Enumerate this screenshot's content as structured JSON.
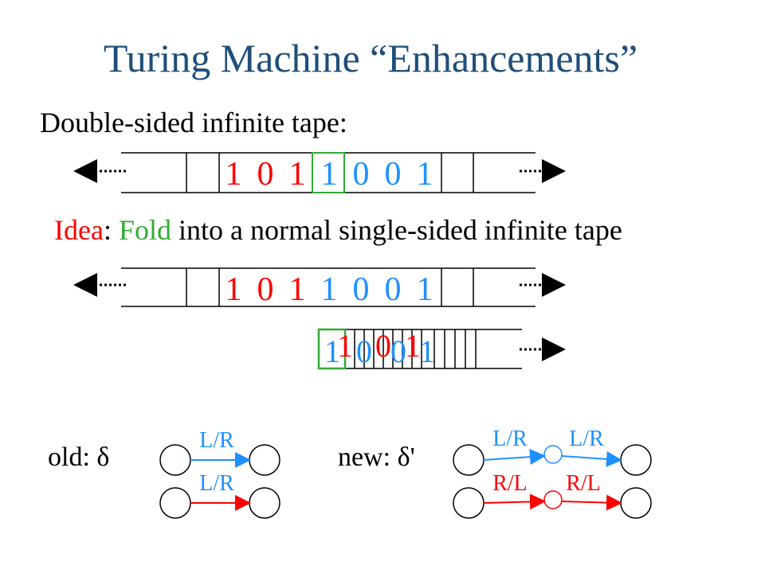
{
  "title": "Turing Machine “Enhancements”",
  "heading": "Double-sided infinite tape:",
  "idea": {
    "label": "Idea",
    "colon": ": ",
    "fold": "Fold",
    "rest": " into a normal single-sided infinite tape"
  },
  "tape1": {
    "symbols": [
      "1",
      "0",
      "1",
      "1",
      "0",
      "0",
      "1"
    ],
    "colors": [
      "#ff0000",
      "#ff0000",
      "#ff0000",
      "#1e90ff",
      "#1e90ff",
      "#1e90ff",
      "#1e90ff"
    ]
  },
  "tape2": {
    "symbols": [
      "1",
      "0",
      "1",
      "1",
      "0",
      "0",
      "1"
    ],
    "colors": [
      "#ff0000",
      "#ff0000",
      "#ff0000",
      "#1e90ff",
      "#1e90ff",
      "#1e90ff",
      "#1e90ff"
    ]
  },
  "folded": {
    "symbols": [
      {
        "s": "1",
        "c": "#1e90ff"
      },
      {
        "s": "1",
        "c": "#ff0000"
      },
      {
        "s": "0",
        "c": "#1e90ff"
      },
      {
        "s": "0",
        "c": "#ff0000"
      },
      {
        "s": "0",
        "c": "#1e90ff"
      },
      {
        "s": "1",
        "c": "#ff0000"
      },
      {
        "s": "1",
        "c": "#1e90ff"
      }
    ]
  },
  "old_label": "old: δ",
  "new_label": "new: δ'",
  "old_top_label": "L/R",
  "old_bottom_label": "L/R",
  "new_top_left": "L/R",
  "new_top_right": "L/R",
  "new_bottom_left": "R/L",
  "new_bottom_right": "R/L",
  "colors": {
    "title": "#1f4e79",
    "blue": "#1e90ff",
    "red": "#ff0000",
    "green": "#33aa33"
  }
}
